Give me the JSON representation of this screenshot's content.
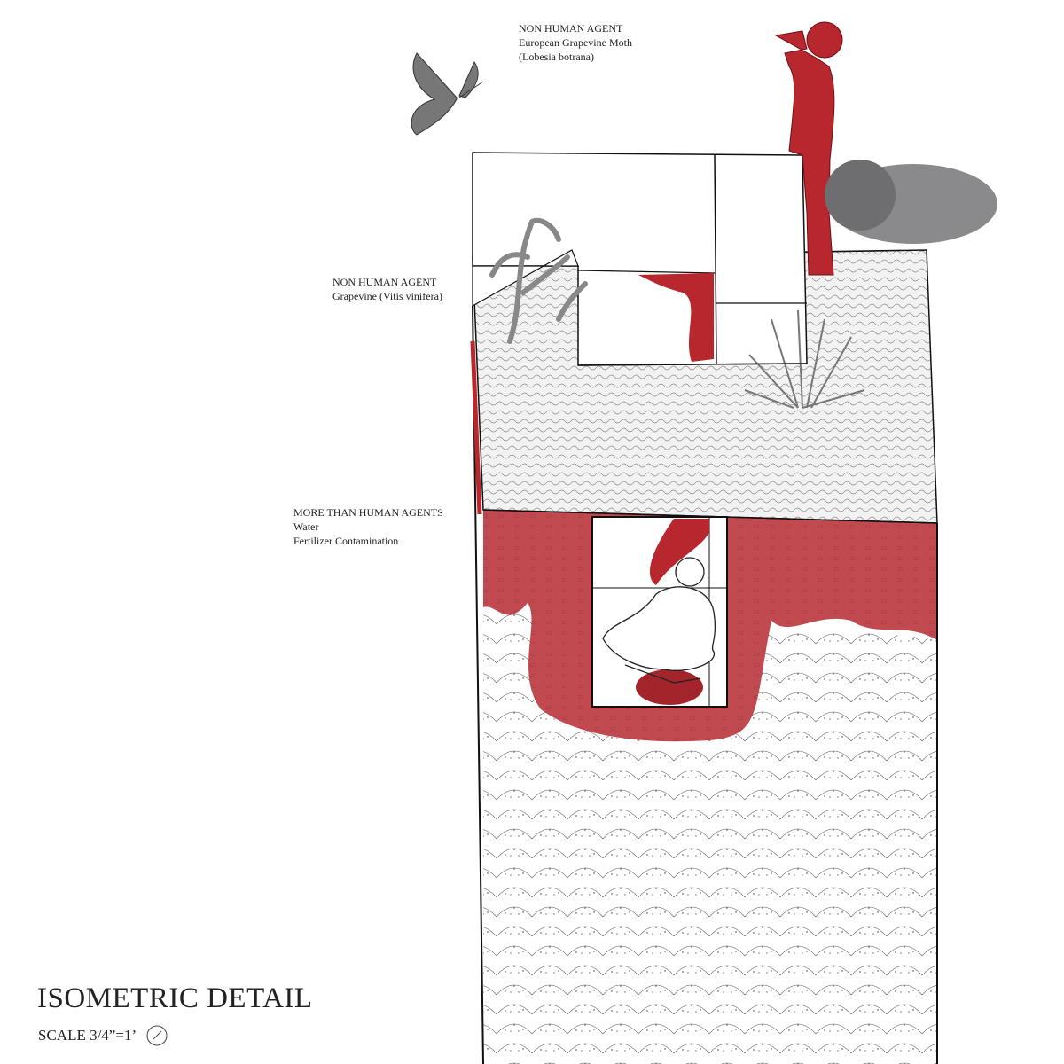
{
  "labels": {
    "moth": {
      "heading": "NON HUMAN AGENT",
      "line1": "European Grapevine Moth",
      "line2": "(Lobesia botrana)"
    },
    "grapevine": {
      "heading": "NON HUMAN AGENT",
      "line1": "Grapevine (Vitis vinifera)"
    },
    "water": {
      "heading": "MORE THAN HUMAN AGENTS",
      "line1": "Water",
      "line2": "Fertilizer Contamination"
    }
  },
  "title": "ISOMETRIC DETAIL",
  "scale": "SCALE  3/4”=1’",
  "colors": {
    "red": "#b7272d",
    "soil_red": "#c04a4f",
    "gray": "#8a8a8c",
    "line": "#111111"
  }
}
